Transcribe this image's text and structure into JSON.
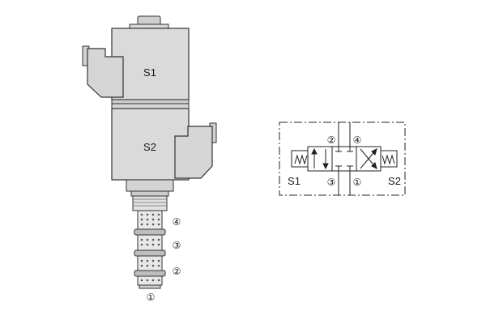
{
  "valve": {
    "coil_upper_label": "S1",
    "coil_lower_label": "S2",
    "port_labels": [
      "④",
      "③",
      "②",
      "①"
    ]
  },
  "symbol": {
    "left_solenoid_label": "S1",
    "right_solenoid_label": "S2",
    "port_top_left": "②",
    "port_top_right": "④",
    "port_bottom_left": "③",
    "port_bottom_right": "①"
  },
  "colors": {
    "body_fill": "#dadada",
    "outline": "#333333",
    "background": "#ffffff"
  }
}
